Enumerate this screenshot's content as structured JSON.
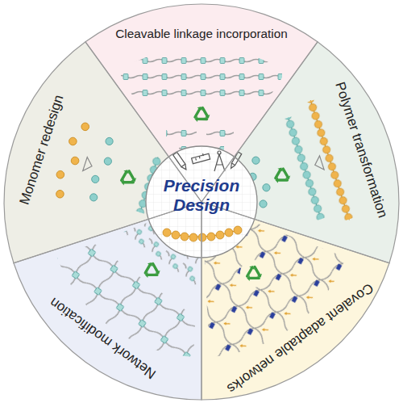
{
  "diagram": {
    "nodes": [
      {
        "text": [
          "Precision Design"
        ]
      },
      {
        "text": [
          "Cleavable linkage incorporation"
        ]
      },
      {
        "text": [
          "Polymer transformation"
        ]
      },
      {
        "text": [
          "Covalent adaptable networks"
        ]
      },
      {
        "text": [
          "Network modification"
        ]
      },
      {
        "text": [
          "Monomer redesign"
        ]
      }
    ]
  }
}
